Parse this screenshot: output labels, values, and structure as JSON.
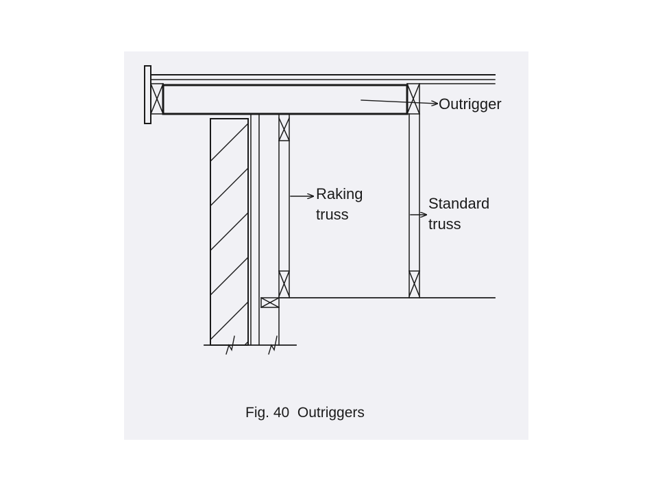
{
  "labels": {
    "outrigger": "Outrigger",
    "raking": {
      "line1": "Raking",
      "line2": "truss"
    },
    "standard": {
      "line1": "Standard",
      "line2": "truss"
    }
  },
  "caption": "Fig. 40  Outriggers",
  "colors": {
    "ink": "#1a1a1a",
    "panel": "#f1f1f5",
    "page": "#ffffff"
  }
}
